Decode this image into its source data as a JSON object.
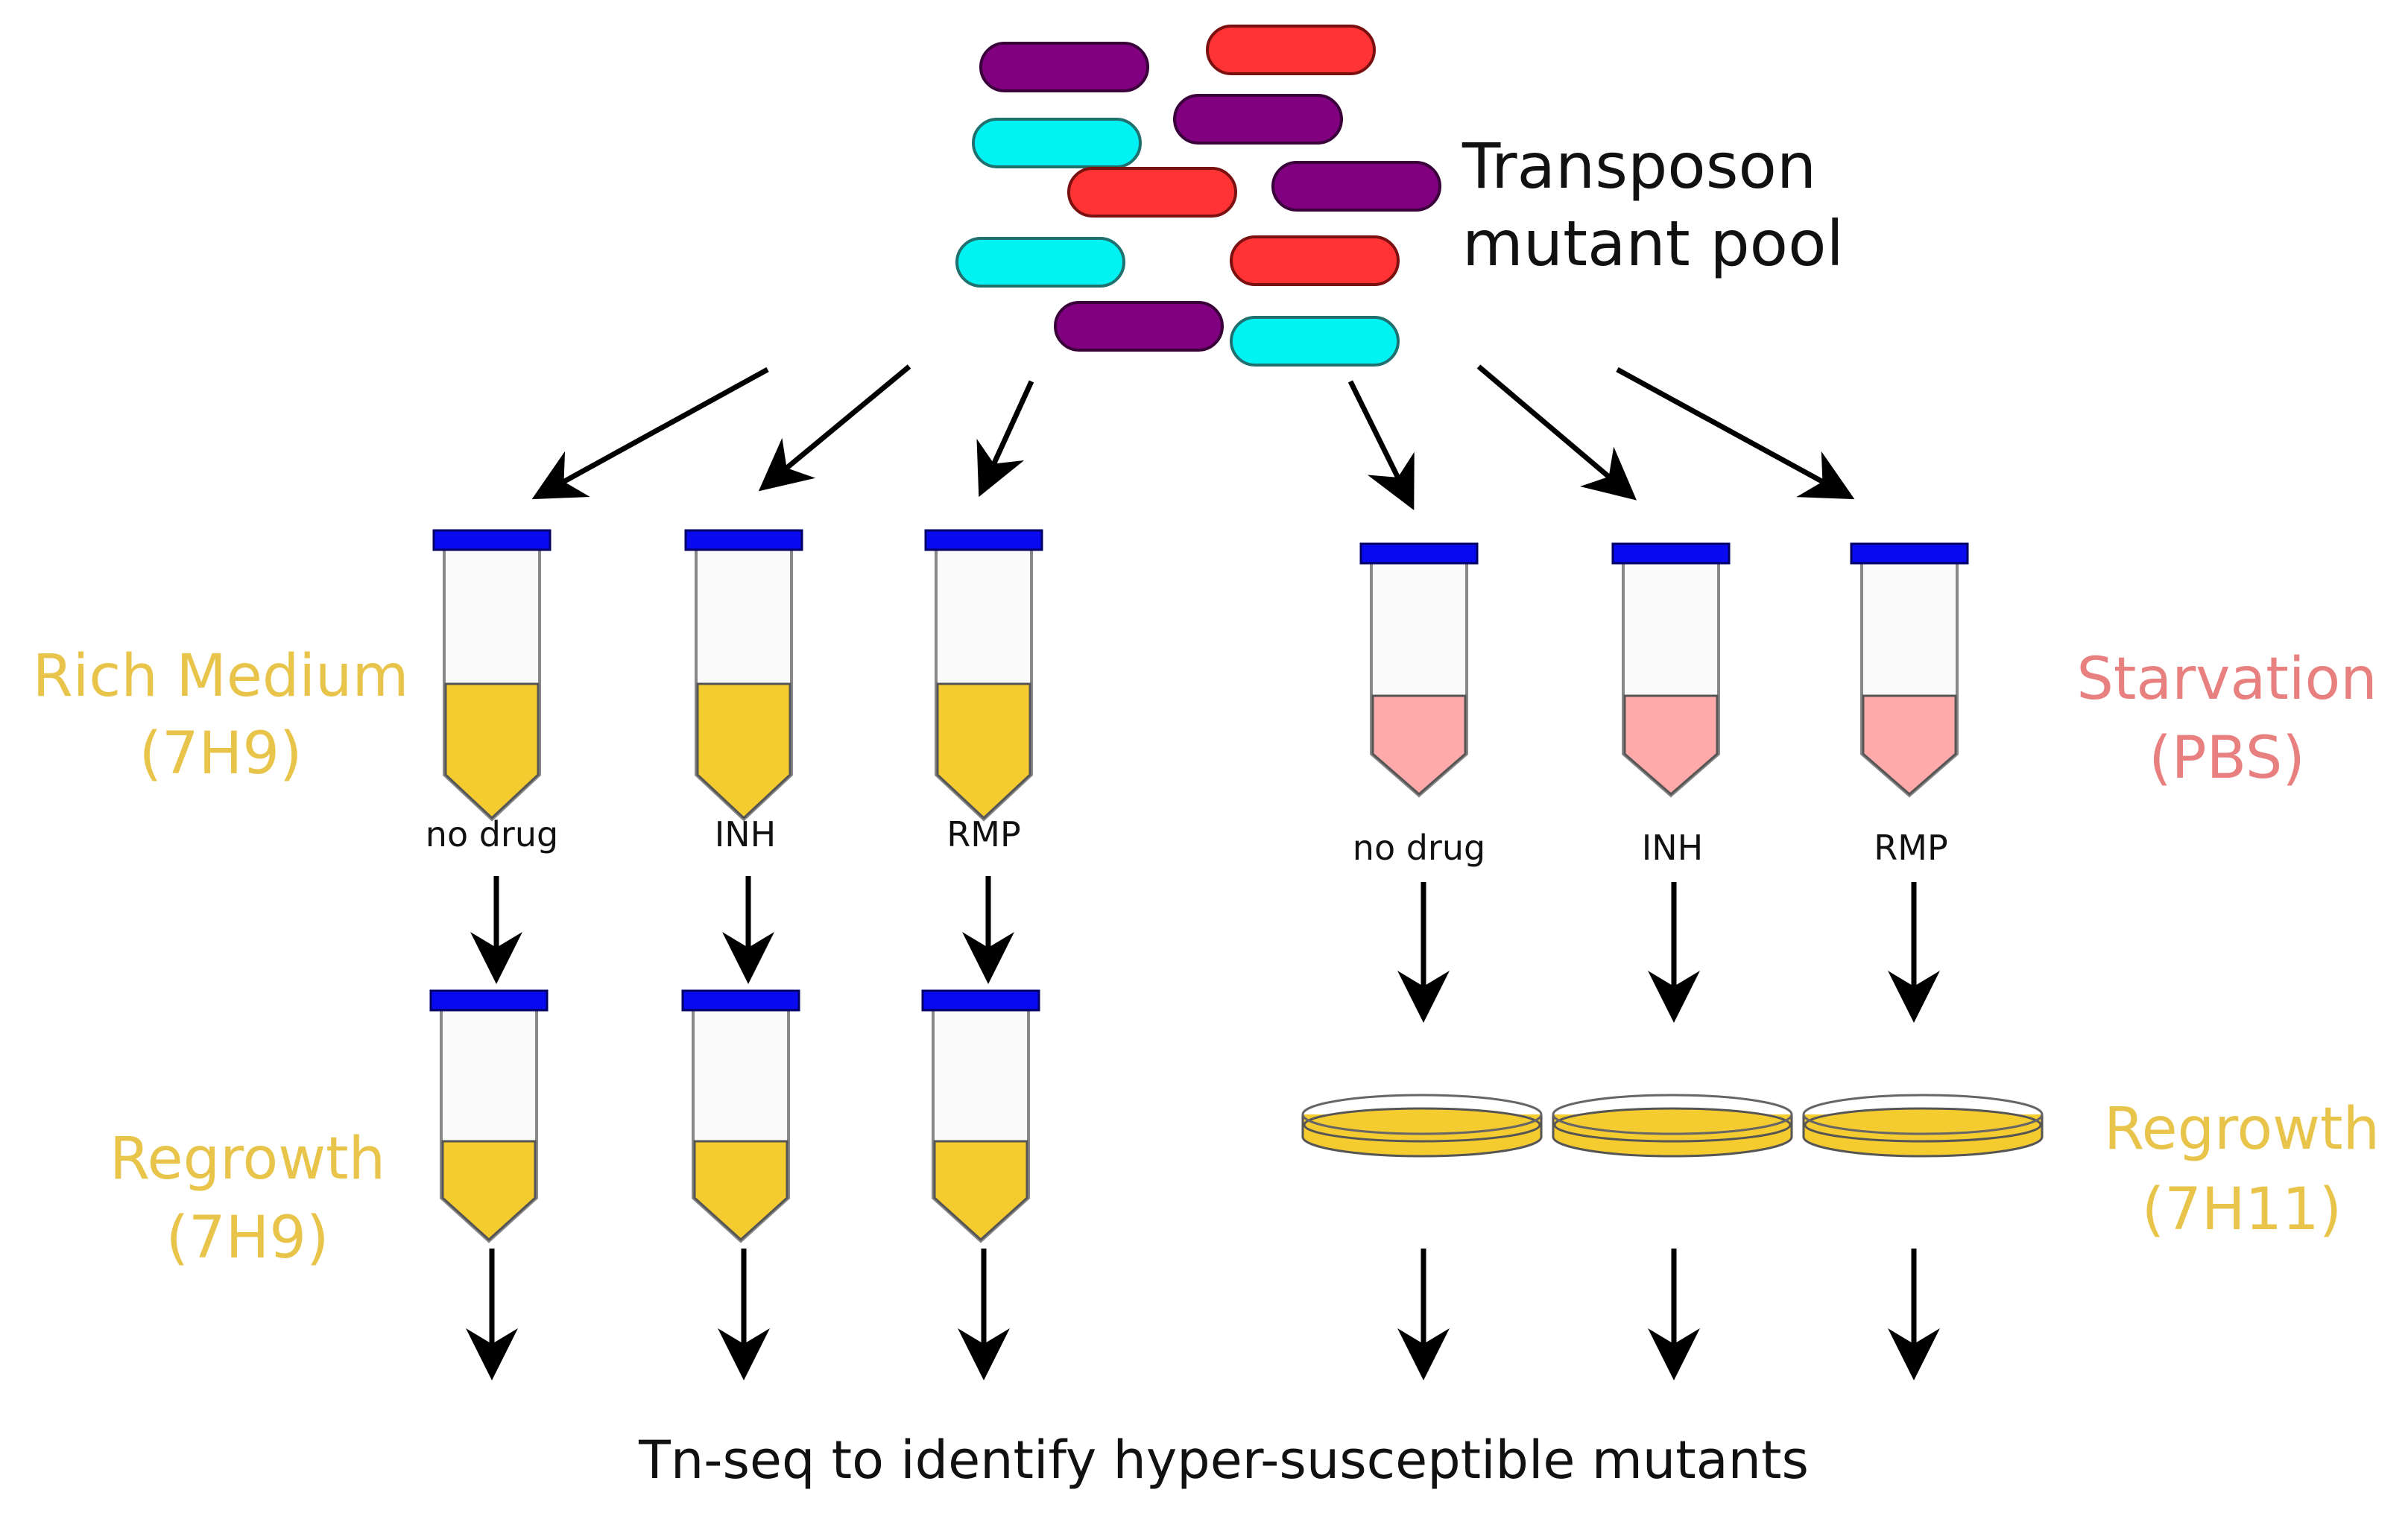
{
  "pool": {
    "title_line1": "Transposon",
    "title_line2": "mutant pool"
  },
  "conditions": {
    "rich": {
      "line1": "Rich Medium",
      "line2": "(7H9)",
      "color": "#e8c44a",
      "drugs": [
        "no drug",
        "INH",
        "RMP"
      ]
    },
    "starvation": {
      "line1": "Starvation",
      "line2": "(PBS)",
      "color": "#e88080",
      "drugs": [
        "no drug",
        "INH",
        "RMP"
      ]
    }
  },
  "regrowth": {
    "rich": {
      "line1": "Regrowth",
      "line2": "(7H9)"
    },
    "starvation": {
      "line1": "Regrowth",
      "line2": "(7H11)"
    }
  },
  "footer": {
    "text": "Tn-seq to identify hyper-susceptible mutants"
  },
  "colors": {
    "mutant_purple": "#800080",
    "mutant_red": "#ff3333",
    "mutant_cyan": "#00f2f2",
    "cap_blue": "#0a0af0",
    "medium_yellow": "#f5cc30",
    "medium_pink": "#ffaaaa",
    "arrow": "#000000"
  }
}
